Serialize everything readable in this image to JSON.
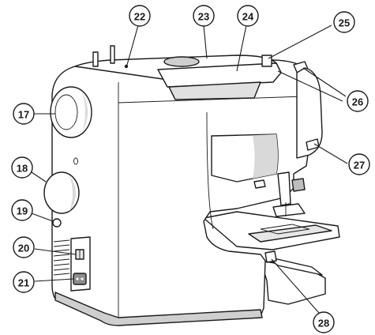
{
  "figure": {
    "subject": "sewing-machine-side-view"
  },
  "callouts": [
    {
      "number": "17",
      "part": "handwheel"
    },
    {
      "number": "18",
      "part": "upper-dial"
    },
    {
      "number": "19",
      "part": "lower-dial-knob"
    },
    {
      "number": "20",
      "part": "power-switch"
    },
    {
      "number": "21",
      "part": "power-socket"
    },
    {
      "number": "22",
      "part": "top-hole"
    },
    {
      "number": "23",
      "part": "top-cover"
    },
    {
      "number": "24",
      "part": "thread-guide-plate"
    },
    {
      "number": "25",
      "part": "front-thread-guide"
    },
    {
      "number": "26",
      "part": "thread-guides"
    },
    {
      "number": "27",
      "part": "presser-foot-lever"
    },
    {
      "number": "28",
      "part": "free-arm-lever"
    }
  ],
  "colors": {
    "line": "#1a1a1a",
    "body": "#ffffff",
    "shade": "#d9d9d9",
    "dark_shade": "#8c8c8c"
  }
}
